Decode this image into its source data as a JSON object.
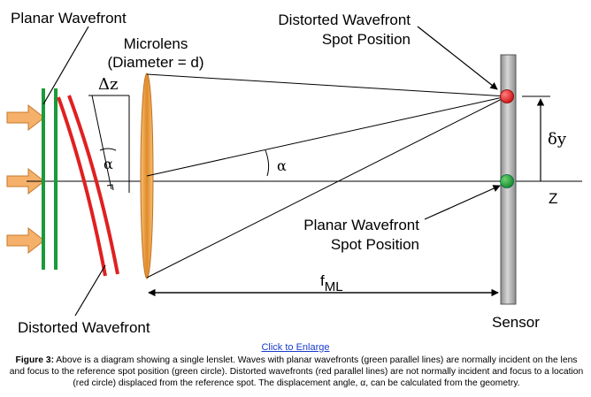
{
  "labels": {
    "planar_wavefront": "Planar Wavefront",
    "microlens_line1": "Microlens",
    "microlens_line2": "(Diameter = d)",
    "delta_z": "Δz",
    "alpha": "α",
    "distorted_spot_line1": "Distorted Wavefront",
    "distorted_spot_line2": "Spot Position",
    "planar_spot_line1": "Planar Wavefront",
    "planar_spot_line2": "Spot Position",
    "delta_y": "δy",
    "z_axis": "Z",
    "focal_length": "f",
    "focal_length_sub": "ML",
    "distorted_wavefront": "Distorted Wavefront",
    "sensor": "Sensor"
  },
  "link": {
    "enlarge": "Click to Enlarge"
  },
  "caption": {
    "figure_label": "Figure 3:",
    "text": " Above is a diagram showing a single lenslet. Waves with planar wavefronts (green parallel lines) are normally incident on the lens and focus to the reference spot position (green circle). Distorted wavefronts (red parallel lines) are not normally incident and focus to a location (red circle) displaced from the reference spot. The displacement angle, α, can be calculated from the geometry."
  },
  "colors": {
    "planar": "#1a9a3a",
    "distorted": "#e02020",
    "lens": "#e89a3a",
    "arrow": "#f5b06a",
    "sensor": "#b8b8b8",
    "link": "#1a3cc8"
  }
}
